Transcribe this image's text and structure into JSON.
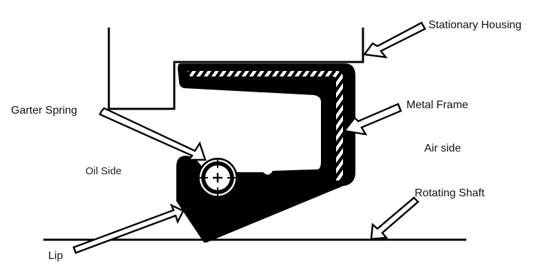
{
  "diagram": {
    "type": "oil-seal-cross-section",
    "colors": {
      "background": "#ffffff",
      "ink": "#000000",
      "text": "#111111"
    }
  },
  "labels": {
    "stationary_housing": "Stationary Housing",
    "metal_frame": "Metal Frame",
    "air_side": "Air side",
    "garter_spring": "Garter Spring",
    "oil_side": "Oil Side",
    "rotating_shaft": "Rotating Shaft",
    "lip": "Lip"
  },
  "components": [
    {
      "id": "stationary-housing",
      "label": "Stationary Housing",
      "arrow_target": "housing bore corner"
    },
    {
      "id": "metal-frame",
      "label": "Metal Frame",
      "arrow_target": "hatched L-shaped insert"
    },
    {
      "id": "garter-spring",
      "label": "Garter Spring",
      "arrow_target": "circular spring in lip groove"
    },
    {
      "id": "rotating-shaft",
      "label": "Rotating Shaft",
      "arrow_target": "horizontal shaft line"
    },
    {
      "id": "lip",
      "label": "Lip",
      "arrow_target": "sealing lip edge"
    }
  ],
  "regions": [
    "Oil Side",
    "Air side"
  ]
}
